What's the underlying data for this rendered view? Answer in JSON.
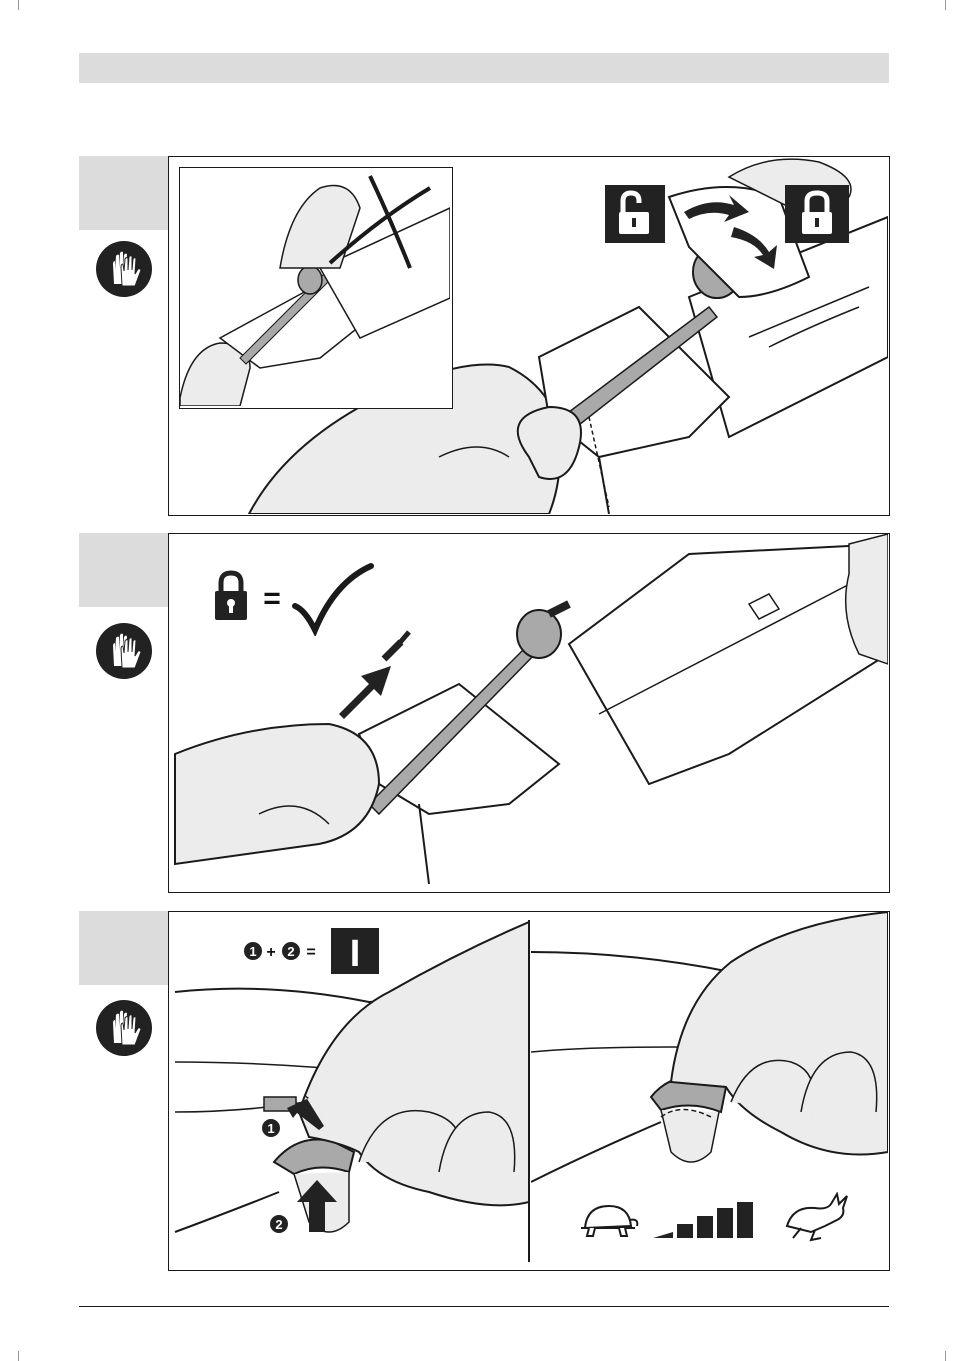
{
  "page": {
    "colors": {
      "header_gray": "#dcdcdc",
      "line": "#1a1a1a",
      "hand_fill": "#ececec",
      "part_gray": "#a9a9a9",
      "icon_dark": "#222222"
    }
  },
  "step1": {
    "inset_icon": "crossed-out-cross",
    "unlock_icon": "padlock-open-icon",
    "lock_icon": "padlock-closed-icon"
  },
  "step2": {
    "equation_symbol": "=",
    "equation_lhs_icon": "padlock-closed-icon",
    "equation_rhs_icon": "checkmark-icon",
    "direction_icon": "insert-arrow-icon"
  },
  "step3": {
    "equation_a": "1",
    "equation_plus": "+",
    "equation_b": "2",
    "equation_equals": "=",
    "on_symbol": "I",
    "label_1": "1",
    "label_2": "2",
    "slow_icon": "turtle-icon",
    "fast_icon": "rabbit-icon",
    "speed_icon": "speed-bars-icon"
  }
}
